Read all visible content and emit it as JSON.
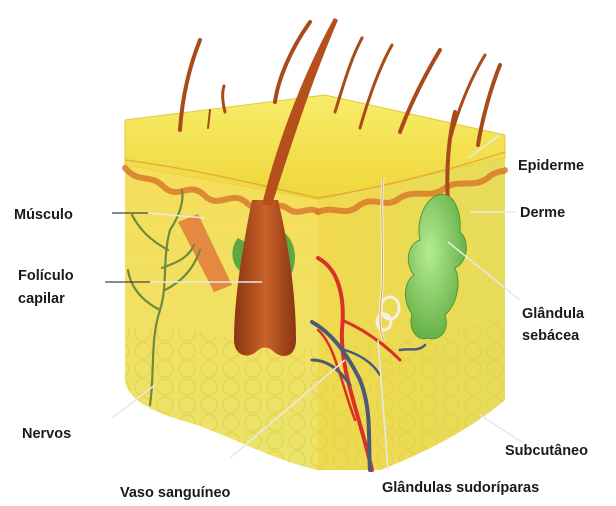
{
  "labels": {
    "epiderme": "Epiderme",
    "derme": "Derme",
    "musculo": "Músculo",
    "foliculo_line1": "Folículo",
    "foliculo_line2": "capilar",
    "glandula_line1": "Glândula",
    "glandula_line2": "sebácea",
    "nervos": "Nervos",
    "subcutaneo": "Subcutâneo",
    "vaso": "Vaso sanguíneo",
    "sudoriparas": "Glândulas sudoríparas"
  },
  "colors": {
    "epidermis": "#f6e24a",
    "dermis": "#f3dc5a",
    "subcutaneous": "#ece35e",
    "hair": "#b5501c",
    "muscle": "#e07a3a",
    "sebaceous": "#7bc95b",
    "artery": "#d9312a",
    "vein": "#4a5a78",
    "nerve": "#6f8a3a"
  }
}
